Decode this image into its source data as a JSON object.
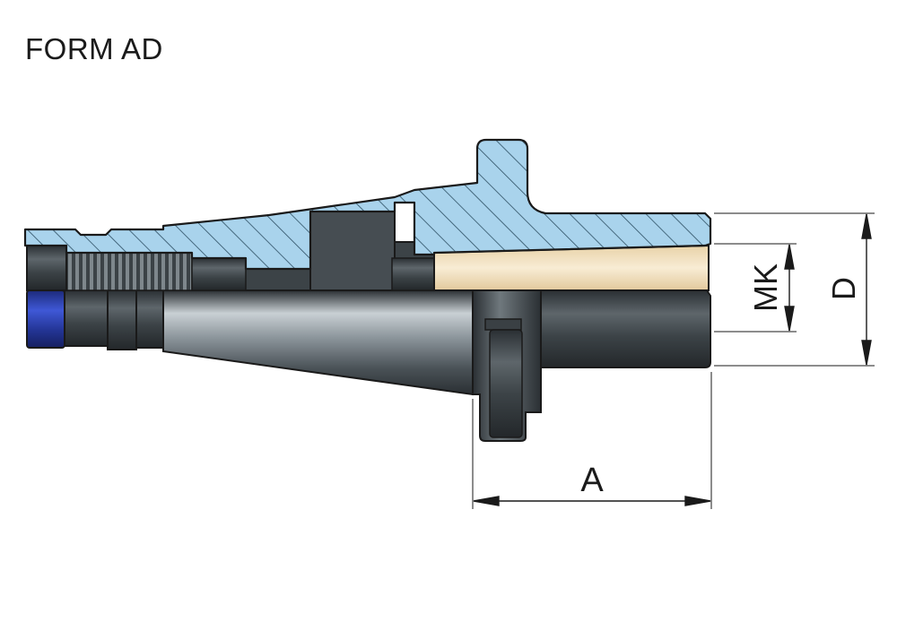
{
  "title": "FORM AD",
  "dimensions": {
    "a": "A",
    "mk": "MK",
    "d": "D"
  },
  "colors": {
    "section_fill": "#a9d3ec",
    "hatch": "#2d4f63",
    "outline": "#1a1a1a",
    "steel_dark": "#2f3438",
    "steel_light": "#c3c9cd",
    "bore_fill": "#f3e3c3",
    "ring_blue": "#2b3fae"
  }
}
